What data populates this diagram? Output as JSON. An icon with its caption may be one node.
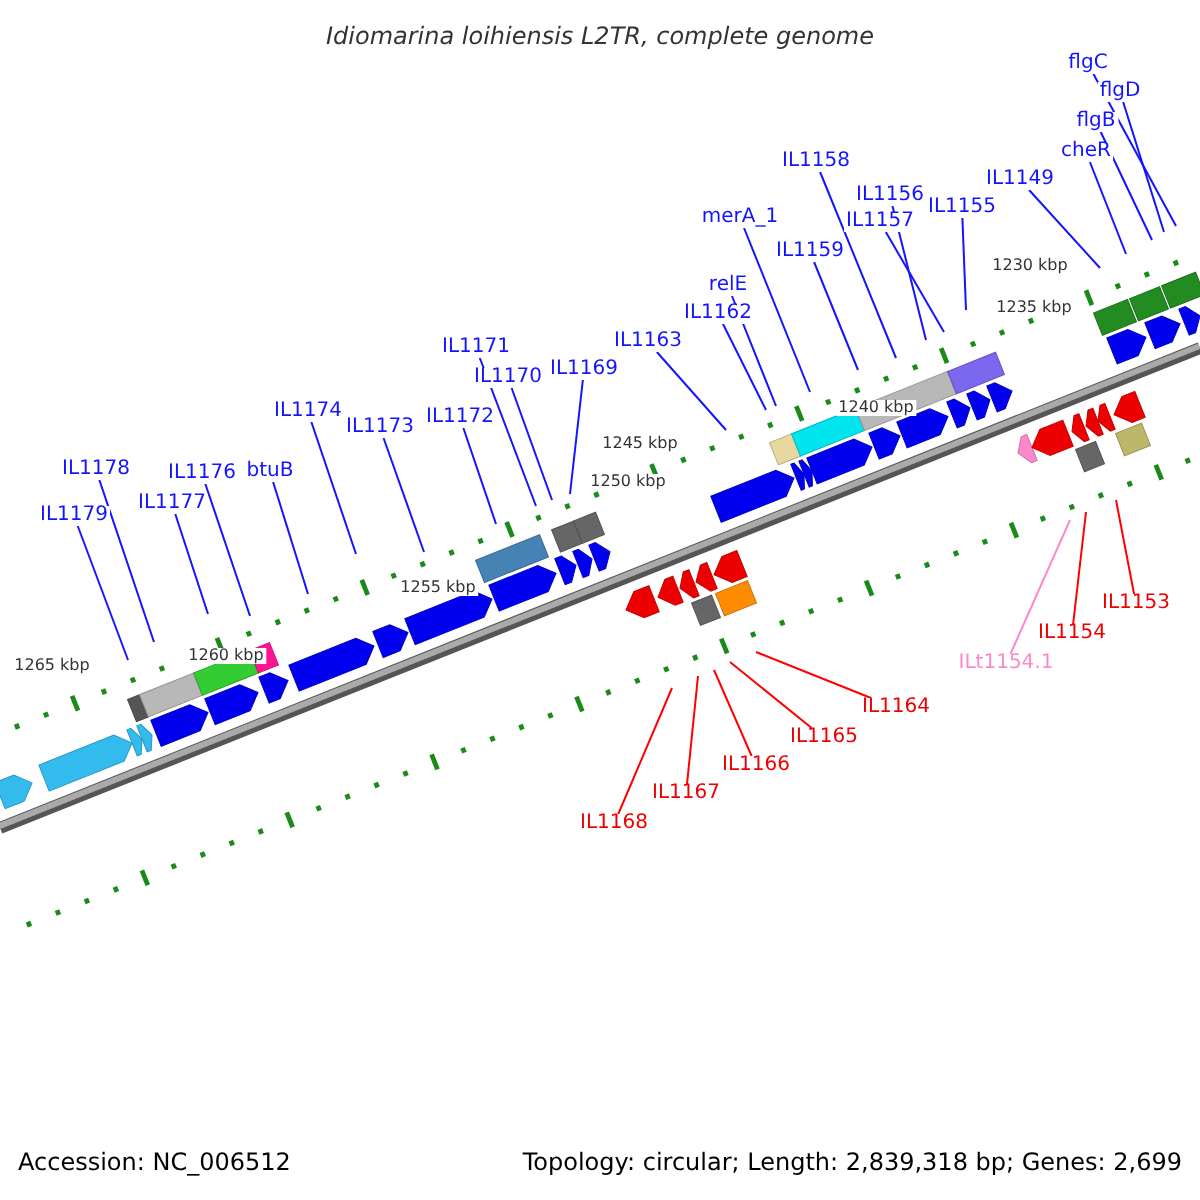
{
  "diagram": {
    "title": "Idiomarina loihiensis L2TR, complete genome",
    "nodes": [
      {
        "text": [
          "IL1179"
        ]
      },
      {
        "text": [
          "IL1178"
        ]
      },
      {
        "text": [
          "IL1177"
        ]
      },
      {
        "text": [
          "IL1176"
        ]
      },
      {
        "text": [
          "btuB"
        ]
      },
      {
        "text": [
          "IL1174"
        ]
      },
      {
        "text": [
          "IL1173"
        ]
      },
      {
        "text": [
          "IL1172"
        ]
      },
      {
        "text": [
          "IL1171"
        ]
      },
      {
        "text": [
          "IL1170"
        ]
      },
      {
        "text": [
          "IL1169"
        ]
      },
      {
        "text": [
          "IL1163"
        ]
      },
      {
        "text": [
          "IL1162"
        ]
      },
      {
        "text": [
          "relE"
        ]
      },
      {
        "text": [
          "merA_1"
        ]
      },
      {
        "text": [
          "IL1159"
        ]
      },
      {
        "text": [
          "IL1158"
        ]
      },
      {
        "text": [
          "IL1156"
        ]
      },
      {
        "text": [
          "IL1157"
        ]
      },
      {
        "text": [
          "IL1155"
        ]
      },
      {
        "text": [
          "IL1149"
        ]
      },
      {
        "text": [
          "cheR"
        ]
      },
      {
        "text": [
          "flgB"
        ]
      },
      {
        "text": [
          "flgD"
        ]
      },
      {
        "text": [
          "flgC"
        ]
      },
      {
        "text": [
          "IL1153"
        ]
      },
      {
        "text": [
          "IL1154"
        ]
      },
      {
        "text": [
          "ILt1154.1"
        ]
      },
      {
        "text": [
          "IL1164"
        ]
      },
      {
        "text": [
          "IL1165"
        ]
      },
      {
        "text": [
          "IL1166"
        ]
      },
      {
        "text": [
          "IL1167"
        ]
      },
      {
        "text": [
          "IL1168"
        ]
      }
    ],
    "edges": [
      {
        "from": 0,
        "to": null,
        "arrow": "none"
      },
      {
        "from": 1,
        "to": null,
        "arrow": "none"
      },
      {
        "from": 2,
        "to": null,
        "arrow": "none"
      },
      {
        "from": 3,
        "to": null,
        "arrow": "none"
      },
      {
        "from": 4,
        "to": null,
        "arrow": "none"
      },
      {
        "from": 5,
        "to": null,
        "arrow": "none"
      },
      {
        "from": 6,
        "to": null,
        "arrow": "none"
      },
      {
        "from": 7,
        "to": null,
        "arrow": "none"
      },
      {
        "from": 8,
        "to": null,
        "arrow": "none"
      },
      {
        "from": 9,
        "to": null,
        "arrow": "none"
      },
      {
        "from": 10,
        "to": null,
        "arrow": "none"
      },
      {
        "from": 11,
        "to": null,
        "arrow": "none"
      },
      {
        "from": 12,
        "to": null,
        "arrow": "none"
      },
      {
        "from": 13,
        "to": null,
        "arrow": "none"
      },
      {
        "from": 14,
        "to": null,
        "arrow": "none"
      },
      {
        "from": 15,
        "to": null,
        "arrow": "none"
      },
      {
        "from": 16,
        "to": null,
        "arrow": "none"
      },
      {
        "from": 17,
        "to": null,
        "arrow": "none"
      },
      {
        "from": 18,
        "to": null,
        "arrow": "none"
      },
      {
        "from": 19,
        "to": null,
        "arrow": "none"
      },
      {
        "from": 20,
        "to": null,
        "arrow": "none"
      },
      {
        "from": 21,
        "to": null,
        "arrow": "none"
      },
      {
        "from": 22,
        "to": null,
        "arrow": "none"
      },
      {
        "from": 23,
        "to": null,
        "arrow": "none"
      },
      {
        "from": 24,
        "to": null,
        "arrow": "none"
      },
      {
        "from": 25,
        "to": null,
        "arrow": "none",
        "color": "#ff0000"
      },
      {
        "from": 26,
        "to": null,
        "arrow": "none",
        "color": "#ff0000"
      },
      {
        "from": 27,
        "to": null,
        "arrow": "none",
        "color": "#ff88cc"
      },
      {
        "from": 28,
        "to": null,
        "arrow": "none",
        "color": "#ff0000"
      },
      {
        "from": 29,
        "to": null,
        "arrow": "none",
        "color": "#ff0000"
      },
      {
        "from": 30,
        "to": null,
        "arrow": "none",
        "color": "#ff0000"
      },
      {
        "from": 31,
        "to": null,
        "arrow": "none",
        "color": "#ff0000"
      },
      {
        "from": 32,
        "to": null,
        "arrow": "none",
        "color": "#ff0000"
      }
    ],
    "labels": [
      "1230 kbp",
      "1235 kbp",
      "1240 kbp",
      "1245 kbp",
      "1250 kbp",
      "1255 kbp",
      "1260 kbp",
      "1265 kbp",
      "Accession: NC_006512",
      "Topology: circular; Length: 2,839,318 bp; Genes: 2,699"
    ]
  }
}
